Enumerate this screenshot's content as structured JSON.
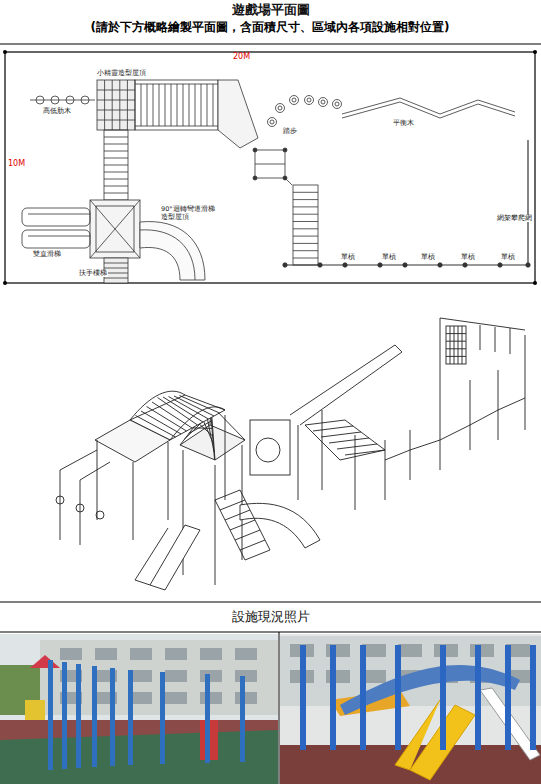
{
  "diagram": {
    "title": "遊戲場平面圖",
    "nodes": [
      {
        "text": [
          "設施現況照片"
        ]
      }
    ],
    "labels": [
      "(請於下方概略繪製平面圖，含面積尺寸、區域內各項設施相對位置)",
      "20M",
      "10M",
      "小精靈造型屋頂",
      "高低肋木",
      "踏步",
      "平衡木",
      "90°迴轉彎道滑梯",
      "造型屋頂",
      "雙直滑梯",
      "扶手樓梯",
      "網架攀爬網",
      "單槓",
      "單槓",
      "單槓",
      "單槓",
      "單槓"
    ]
  }
}
